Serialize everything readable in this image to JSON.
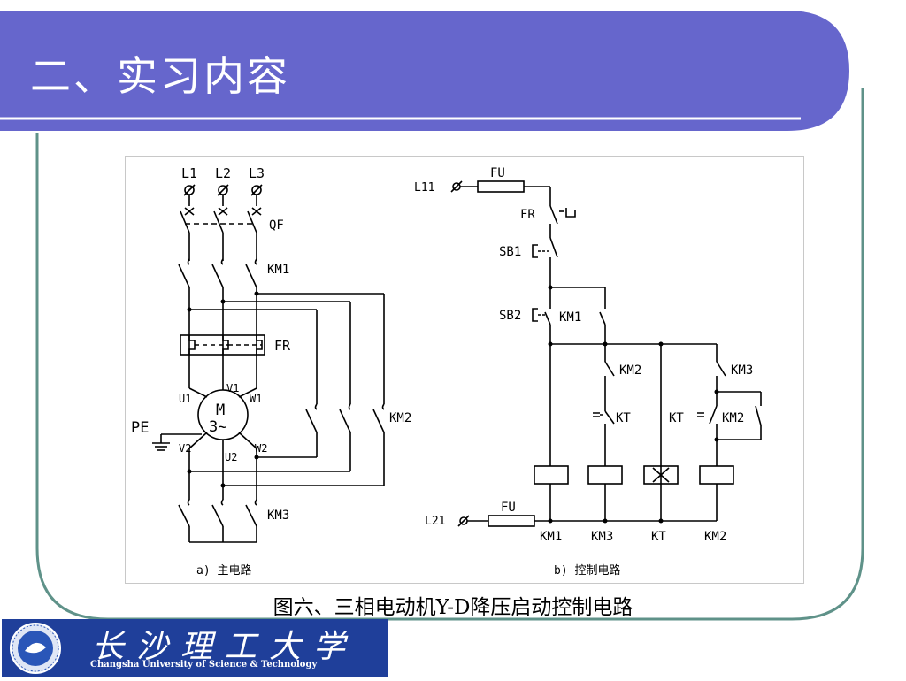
{
  "slide": {
    "title": "二、实习内容",
    "caption": "图六、三相电动机Y-D降压启动控制电路",
    "colors": {
      "title_band": "#6666cc",
      "frame_border": "#5f9289",
      "logo_bg": "#1f3f9a"
    }
  },
  "diagram": {
    "main_circuit": {
      "phase_labels": [
        "L1",
        "L2",
        "L3"
      ],
      "breaker_label": "QF",
      "km1_label": "KM1",
      "fr_label": "FR",
      "motor_label": "M",
      "motor_phase": "3~",
      "terminals": {
        "u1": "U1",
        "v1": "V1",
        "w1": "W1",
        "v2": "V2",
        "u2": "U2",
        "w2": "W2"
      },
      "pe_label": "PE",
      "km2_label": "KM2",
      "km3_label": "KM3",
      "caption": "a) 主电路"
    },
    "control_circuit": {
      "l11_label": "L11",
      "fu_top_label": "FU",
      "fr_label": "FR",
      "sb1_label": "SB1",
      "sb2_label": "SB2",
      "km1_contact_label": "KM1",
      "km2_nc_label": "KM2",
      "km3_nc_label": "KM3",
      "kt_left_label": "KT",
      "kt_right_label": "KT",
      "km2_hold_label": "KM2",
      "coil_labels": [
        "KM1",
        "KM3",
        "KT",
        "KM2"
      ],
      "l21_label": "L21",
      "fu_bottom_label": "FU",
      "caption": "b) 控制电路"
    }
  },
  "logo": {
    "name_cn": "长沙理工大学",
    "name_en": "Changsha University of Science & Technology"
  }
}
